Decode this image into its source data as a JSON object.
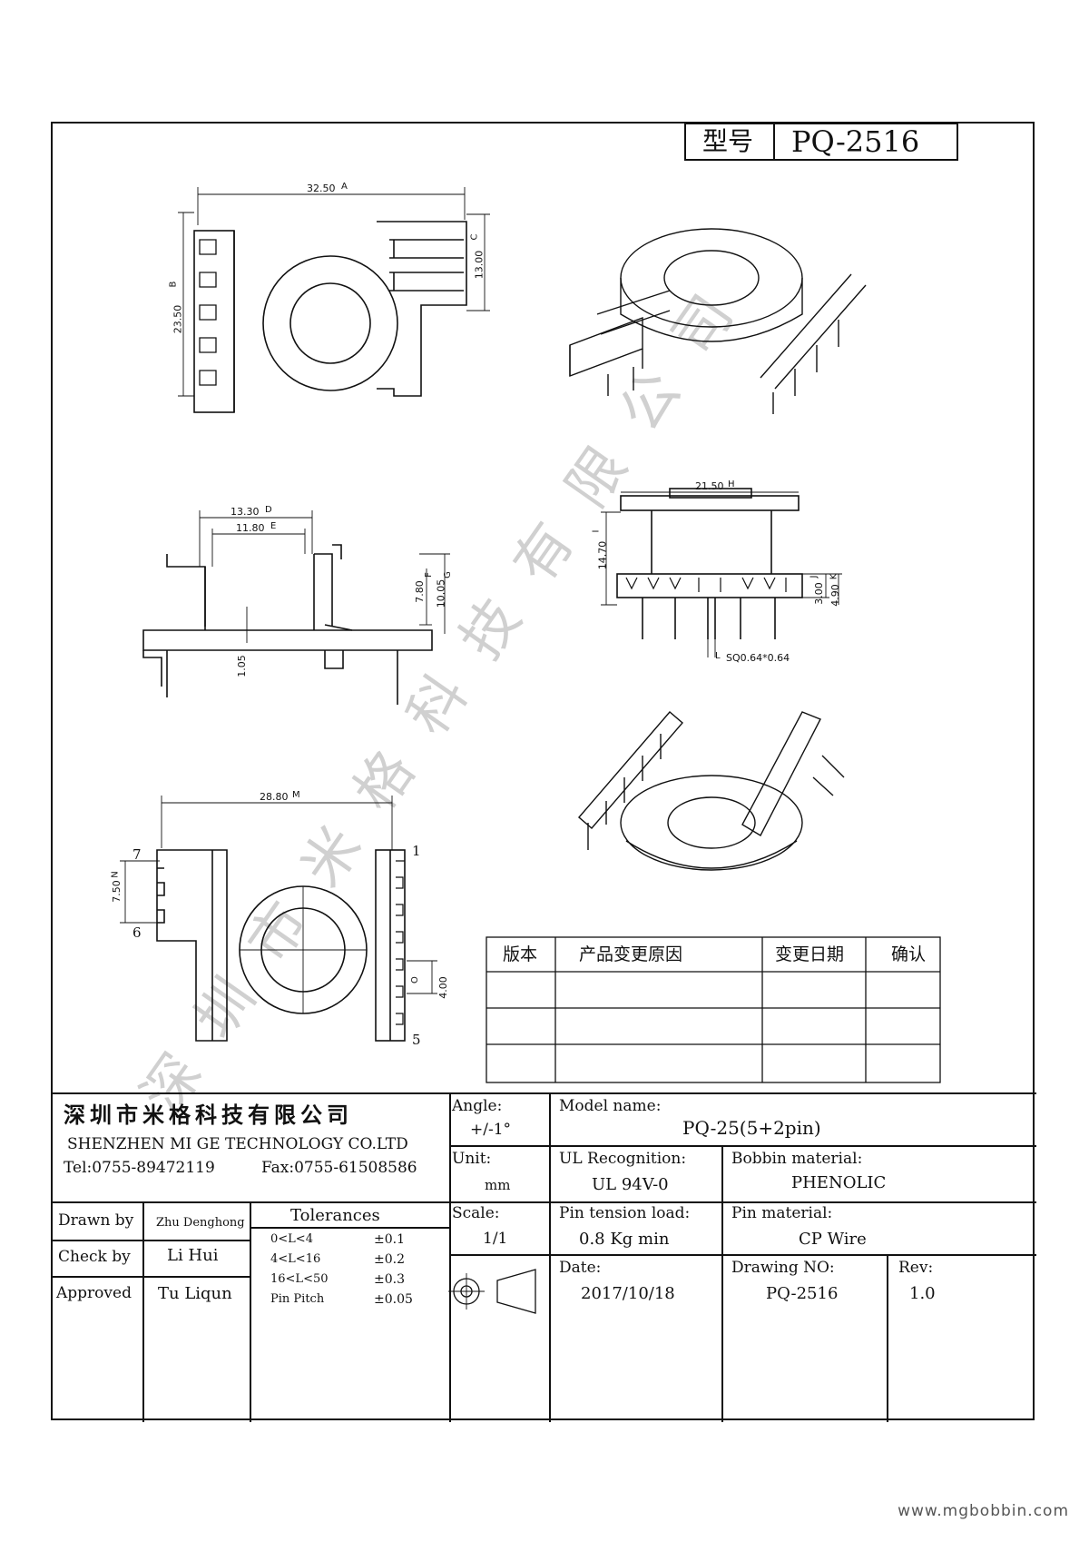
{
  "header": {
    "model_label": "型号",
    "model_value": "PQ-2516"
  },
  "watermark": "深圳市米格科技有限公司",
  "website": "www.mgbobbin.com",
  "dimensions": {
    "a": "32.50",
    "b": "23.50",
    "c": "13.00",
    "d": "13.30",
    "e": "11.80",
    "f": "7.80",
    "g": "10.05",
    "h": "21.50",
    "i": "14.70",
    "j": "3.00",
    "k": "4.90",
    "l": "SQ0.64*0.64",
    "m": "28.80",
    "n": "7.50",
    "o": "4.00",
    "standoff": "1.05",
    "circled": [
      "A",
      "B",
      "C",
      "D",
      "E",
      "F",
      "G",
      "H",
      "I",
      "J",
      "K",
      "L",
      "M",
      "N",
      "O"
    ]
  },
  "pins": {
    "p1": "1",
    "p5": "5",
    "p6": "6",
    "p7": "7"
  },
  "revision_table": {
    "headers": [
      "版本",
      "产品变更原因",
      "变更日期",
      "确认"
    ],
    "rows": [
      [
        "",
        "",
        "",
        ""
      ],
      [
        "",
        "",
        "",
        ""
      ],
      [
        "",
        "",
        "",
        ""
      ]
    ]
  },
  "title_block": {
    "company_cn": "深圳市米格科技有限公司",
    "company_en": "SHENZHEN  MI GE TECHNOLOGY  CO.LTD",
    "tel": "Tel:0755-89472119",
    "fax": "Fax:0755-61508586",
    "angle_label": "Angle:",
    "angle_value": "+/-1°",
    "model_label": "Model name:",
    "model_value": "PQ-25(5+2pin)",
    "unit_label": "Unit:",
    "unit_value": "mm",
    "ul_label": "UL Recognition:",
    "ul_value": "UL 94V-0",
    "bobbin_label": "Bobbin material:",
    "bobbin_value": "PHENOLIC",
    "drawn_label": "Drawn by",
    "drawn_value": "Zhu Denghong",
    "check_label": "Check by",
    "check_value": "Li Hui",
    "approved_label": "Approved",
    "approved_value": "Tu Liqun",
    "tolerances_title": "Tolerances",
    "tolerances": [
      {
        "range": "0<L<4",
        "value": "±0.1"
      },
      {
        "range": "4<L<16",
        "value": "±0.2"
      },
      {
        "range": "16<L<50",
        "value": "±0.3"
      },
      {
        "range": "Pin Pitch",
        "value": "±0.05"
      }
    ],
    "scale_label": "Scale:",
    "scale_value": "1/1",
    "tension_label": "Pin tension load:",
    "tension_value": "0.8 Kg min",
    "pinmat_label": "Pin material:",
    "pinmat_value": "CP Wire",
    "date_label": "Date:",
    "date_value": "2017/10/18",
    "drawingno_label": "Drawing NO:",
    "drawingno_value": "PQ-2516",
    "rev_label": "Rev:",
    "rev_value": "1.0"
  }
}
